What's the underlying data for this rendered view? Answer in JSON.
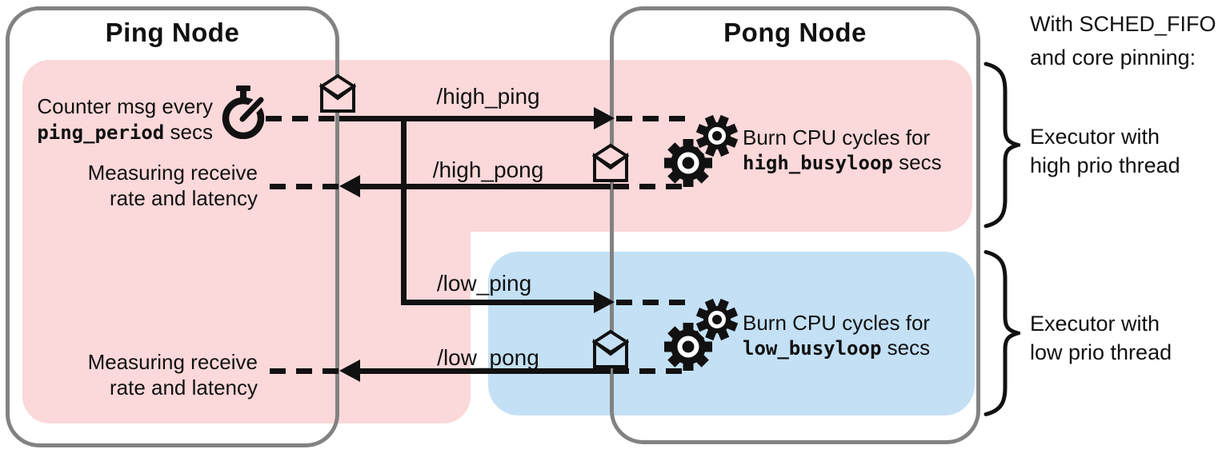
{
  "colors": {
    "high_prio_region": "#fbd8d9",
    "low_prio_region": "#c3e0f5",
    "node_border_gray": "#828282",
    "line_black": "#111111",
    "background": "#ffffff"
  },
  "ping_node": {
    "title": "Ping Node",
    "timer_caption_line1": "Counter msg every",
    "timer_param": "ping_period",
    "timer_caption_suffix": "secs",
    "measure_high_line1": "Measuring receive",
    "measure_high_line2": "rate and latency",
    "measure_low_line1": "Measuring receive",
    "measure_low_line2": "rate and latency"
  },
  "pong_node": {
    "title": "Pong Node",
    "burn_high_line1": "Burn CPU cycles for",
    "burn_high_param": "high_busyloop",
    "burn_high_suffix": "secs",
    "burn_low_line1": "Burn CPU cycles for",
    "burn_low_param": "low_busyloop",
    "burn_low_suffix": "secs"
  },
  "topics": {
    "high_ping": "/high_ping",
    "high_pong": "/high_pong",
    "low_ping": "/low_ping",
    "low_pong": "/low_pong"
  },
  "side_annotations": {
    "header_line1": "With SCHED_FIFO",
    "header_line2": "and core pinning:",
    "executor_high_line1": "Executor with",
    "executor_high_line2": "high prio thread",
    "executor_low_line1": "Executor with",
    "executor_low_line2": "low prio thread"
  },
  "icons": {
    "timer": "stopwatch-icon",
    "message": "envelope-icon",
    "cpu_burn": "gears-icon",
    "grouping": "curly-brace"
  }
}
